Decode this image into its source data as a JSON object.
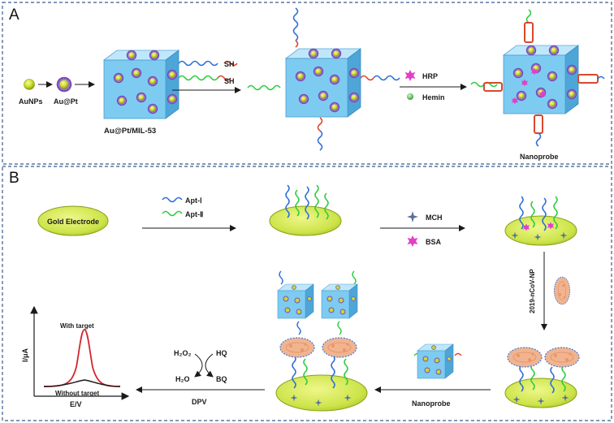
{
  "panelA": {
    "letter": "A",
    "aunps": "AuNPs",
    "aupt": "Au@Pt",
    "mof": "Au@Pt/MIL-53",
    "sh1": "SH",
    "sh2": "SH",
    "hrp": "HRP",
    "hemin": "Hemin",
    "nanoprobe": "Nanoprobe"
  },
  "panelB": {
    "letter": "B",
    "electrode": "Gold Electrode",
    "apt1": "Apt-Ⅰ",
    "apt2": "Apt-Ⅱ",
    "mch": "MCH",
    "bsa": "BSA",
    "virus": "2019-nCoV-NP",
    "nanoprobe": "Nanoprobe",
    "dpv": "DPV",
    "h2o2": "H₂O₂",
    "h2o": "H₂O",
    "hq": "HQ",
    "bq": "BQ",
    "with_target": "With target",
    "without_target": "Without target",
    "ylabel": "I/μA",
    "xlabel": "E/V"
  },
  "colors": {
    "frame": "#3b5a8c",
    "cube_front": "#7ec9f0",
    "cube_top": "#b7e3f8",
    "cube_side": "#4fa7d6",
    "electrode": "#cde44a",
    "electrode_stroke": "#8aa017",
    "blue_strand": "#2f6fd6",
    "green_strand": "#2ecc40",
    "red_strand": "#d9482f",
    "virus": "#f1b48f",
    "mch": "#5a6f9a",
    "bsa": "#e040c8",
    "peak_red": "#d3262f"
  },
  "icons": {
    "mch": "four-point-star-icon",
    "bsa": "starburst-icon",
    "hrp": "starburst-icon",
    "hemin": "green-sphere-icon"
  }
}
